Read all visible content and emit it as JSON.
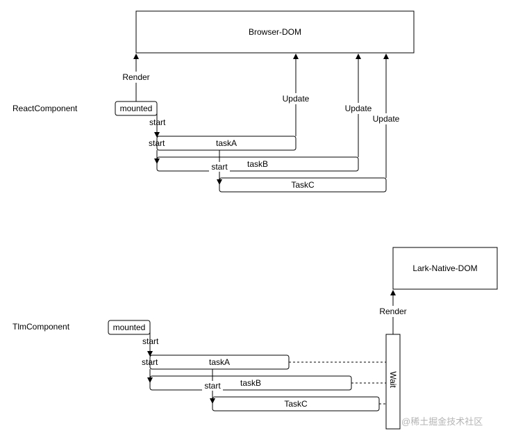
{
  "top": {
    "component_label": "ReactComponent",
    "dom_label": "Browser-DOM",
    "mounted": "mounted",
    "render": "Render",
    "start1": "start",
    "start2": "start",
    "start3": "start",
    "taskA": "taskA",
    "taskB": "taskB",
    "taskC": "TaskC",
    "updateA": "Update",
    "updateB": "Update",
    "updateC": "Update"
  },
  "bottom": {
    "component_label": "TlmComponent",
    "dom_label": "Lark-Native-DOM",
    "mounted": "mounted",
    "render": "Render",
    "start1": "start",
    "start2": "start",
    "start3": "start",
    "taskA": "taskA",
    "taskB": "taskB",
    "taskC": "TaskC",
    "wait": "Wait"
  },
  "watermark": "@稀土掘金技术社区"
}
